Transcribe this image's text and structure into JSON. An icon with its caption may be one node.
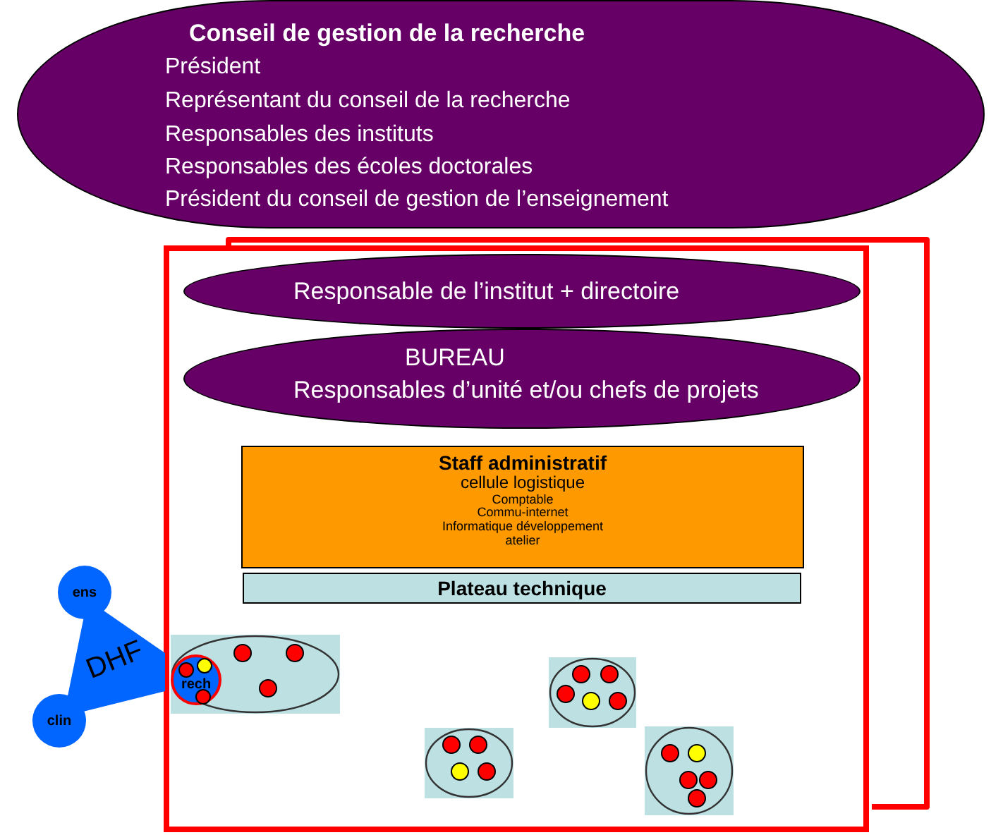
{
  "diagram": {
    "nodes": [
      {
        "text": [
          "Conseil de gestion de la recherche",
          "Président",
          "Représentant du conseil de la recherche",
          "Responsables des instituts",
          "Responsables des écoles doctorales",
          "Président du conseil de gestion de l’enseignement"
        ]
      },
      {
        "text": [],
        "shape": "box"
      },
      {
        "text": [
          "Responsable de l’institut + directoire"
        ],
        "in": 1
      },
      {
        "text": [
          "BUREAU",
          "Responsables d’unité et/ou chefs de projets"
        ],
        "in": 1
      },
      {
        "text": [
          "Staff administratif",
          "cellule logistique",
          "Comptable",
          "Commu-internet",
          "Informatique développement",
          "atelier"
        ],
        "in": 1
      },
      {
        "text": [
          "Plateau technique"
        ],
        "in": 1
      },
      {
        "text": [
          "ens"
        ]
      },
      {
        "text": [
          "clin"
        ]
      },
      {
        "text": [
          "DHF"
        ]
      },
      {
        "text": [],
        "shape": "ellipse",
        "in": 1
      },
      {
        "text": [
          "rech"
        ],
        "in": 9
      },
      {
        "text": [],
        "shape": "ellipse",
        "in": 1
      },
      {
        "text": [],
        "shape": "ellipse",
        "in": 1
      },
      {
        "text": [],
        "shape": "ellipse",
        "in": 1
      }
    ]
  }
}
